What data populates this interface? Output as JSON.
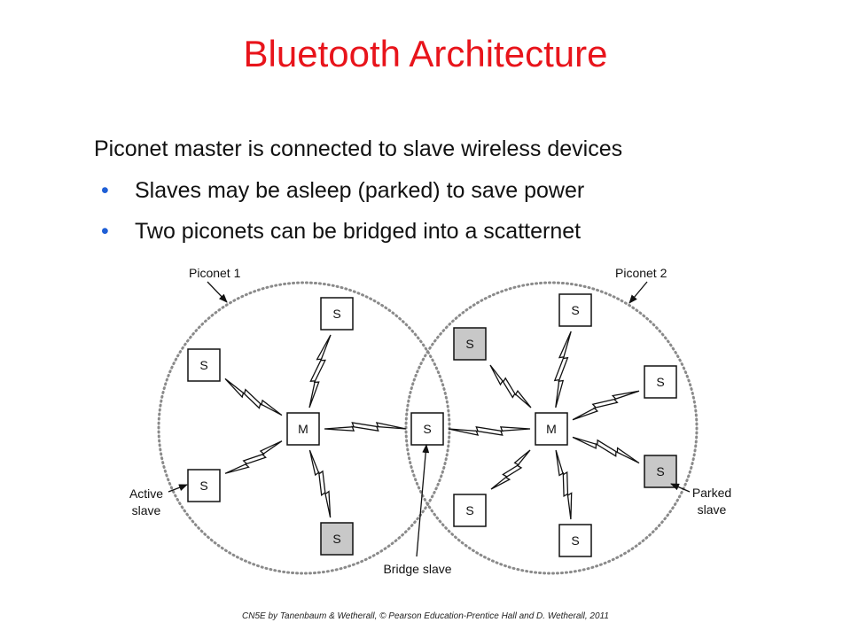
{
  "slide": {
    "title": "Bluetooth Architecture",
    "intro": "Piconet master is connected to slave wireless devices",
    "bullets": [
      "Slaves may be asleep (parked) to save power",
      "Two piconets can be bridged into a scatternet"
    ],
    "footer": "CN5E by Tanenbaum & Wetherall, © Pearson Education-Prentice Hall and D. Wetherall, 2011"
  },
  "diagram": {
    "callouts": {
      "piconet1": "Piconet 1",
      "piconet2": "Piconet 2",
      "active_slave_line1": "Active",
      "active_slave_line2": "slave",
      "parked_slave_line1": "Parked",
      "parked_slave_line2": "slave",
      "bridge_slave": "Bridge slave"
    },
    "nodes": [
      {
        "id": "m1",
        "label": "M",
        "parked": false
      },
      {
        "id": "m2",
        "label": "M",
        "parked": false
      },
      {
        "id": "bridge",
        "label": "S",
        "parked": false
      },
      {
        "id": "p1-top",
        "label": "S",
        "parked": false
      },
      {
        "id": "p1-left",
        "label": "S",
        "parked": false
      },
      {
        "id": "p1-lower-left",
        "label": "S",
        "parked": false
      },
      {
        "id": "p1-bottom",
        "label": "S",
        "parked": true
      },
      {
        "id": "p2-top",
        "label": "S",
        "parked": false
      },
      {
        "id": "p2-upper-left",
        "label": "S",
        "parked": true
      },
      {
        "id": "p2-right",
        "label": "S",
        "parked": false
      },
      {
        "id": "p2-lower-right",
        "label": "S",
        "parked": true
      },
      {
        "id": "p2-bottom-left",
        "label": "S",
        "parked": false
      },
      {
        "id": "p2-bottom",
        "label": "S",
        "parked": false
      }
    ],
    "links": [
      {
        "from": "m1",
        "to": "p1-top"
      },
      {
        "from": "m1",
        "to": "p1-left"
      },
      {
        "from": "m1",
        "to": "p1-lower-left"
      },
      {
        "from": "m1",
        "to": "p1-bottom"
      },
      {
        "from": "m1",
        "to": "bridge"
      },
      {
        "from": "m2",
        "to": "bridge"
      },
      {
        "from": "m2",
        "to": "p2-top"
      },
      {
        "from": "m2",
        "to": "p2-upper-left"
      },
      {
        "from": "m2",
        "to": "p2-right"
      },
      {
        "from": "m2",
        "to": "p2-lower-right"
      },
      {
        "from": "m2",
        "to": "p2-bottom-left"
      },
      {
        "from": "m2",
        "to": "p2-bottom"
      }
    ],
    "colors": {
      "title": "#e8141b",
      "bullet": "#1f5fd6",
      "parked_fill": "#c8c8c8",
      "active_fill": "#ffffff",
      "circle_stroke": "#8a8a8a"
    }
  }
}
